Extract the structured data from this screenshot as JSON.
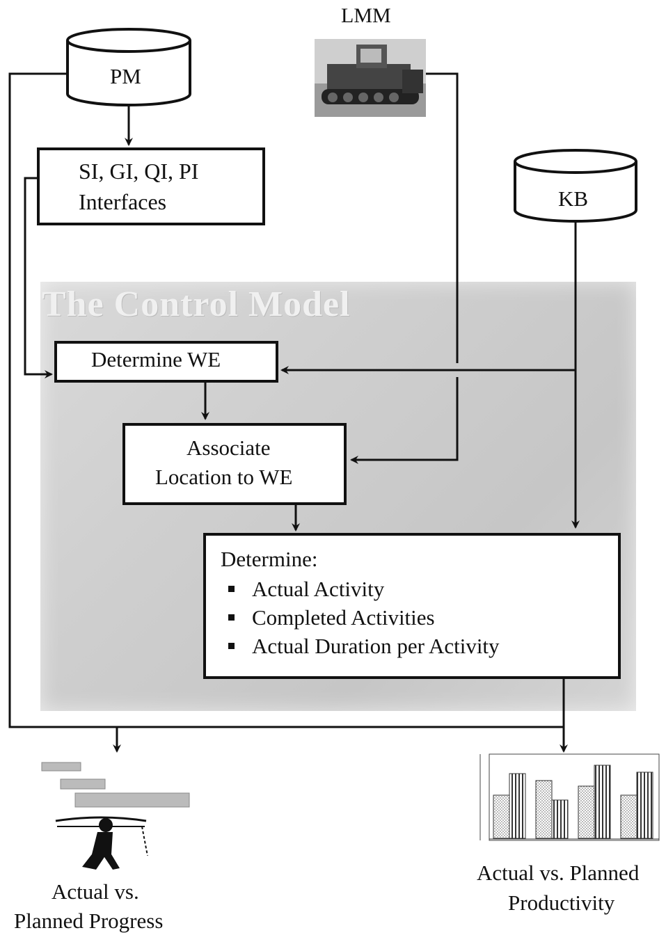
{
  "nodes": {
    "pm": "PM",
    "lmm": "LMM",
    "kb": "KB",
    "interfaces": {
      "line1": "SI, GI, QI, PI",
      "line2": "Interfaces"
    },
    "control_model_title": "The Control Model",
    "determine_we": "Determine WE",
    "associate": {
      "line1": "Associate",
      "line2": "Location to WE"
    },
    "determine": {
      "heading": "Determine:",
      "items": [
        "Actual Activity",
        "Completed Activities",
        "Actual Duration per Activity"
      ]
    }
  },
  "outputs": {
    "progress": {
      "line1": "Actual vs.",
      "line2": "Planned Progress"
    },
    "productivity": {
      "line1": "Actual vs. Planned",
      "line2": "Productivity"
    }
  },
  "icons": {
    "lmm_image": "bulldozer-photo",
    "progress_image": "gantt-chart-with-figure-illustration",
    "productivity_image": "bar-chart-illustration"
  },
  "colors": {
    "line": "#111111",
    "panel": "#cfcfcf",
    "panel_title": "#f0f0f0"
  }
}
